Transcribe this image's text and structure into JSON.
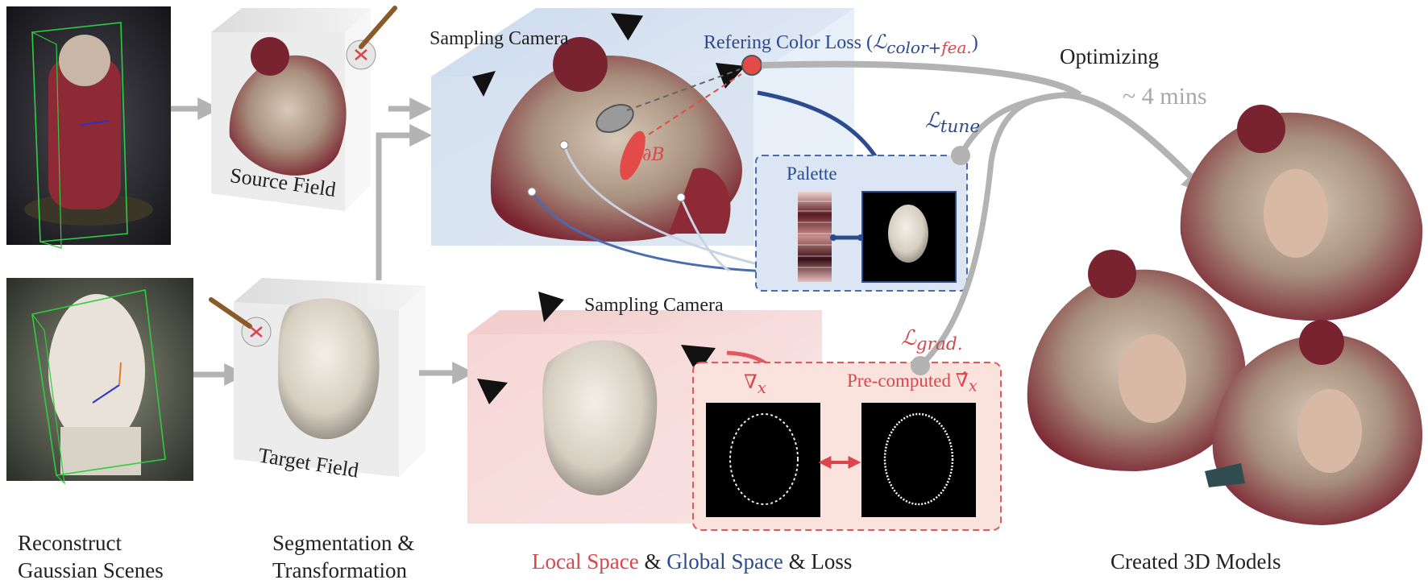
{
  "stages": {
    "reconstruct": [
      "Reconstruct",
      "Gaussian Scenes"
    ],
    "segmentation": [
      "Segmentation &",
      "Transformation"
    ],
    "loss": {
      "local": "Local Space",
      "amp1": " & ",
      "global": "Global Space",
      "amp2": " & Loss"
    },
    "created": "Created 3D Models"
  },
  "fields": {
    "source": "Source Field",
    "target": "Target Field"
  },
  "cameras": {
    "top": "Sampling Camera",
    "bottom": "Sampling Camera"
  },
  "losses": {
    "refer_prefix": "Refering Color Loss (",
    "refer_L": "ℒ",
    "refer_color": "color+",
    "refer_fea": "fea.",
    "refer_suffix": ")",
    "tune_L": "ℒ",
    "tune_sub": "tune",
    "grad_L": "ℒ",
    "grad_sub": "grad.",
    "dB": "∂B",
    "nabla_x": "∇",
    "nabla_sub": "x",
    "precomputed": "Pre-computed ",
    "precomputed_sym": "∇̂",
    "precomputed_sub": "x"
  },
  "palette": "Palette",
  "optimizing": "Optimizing",
  "time": "~ 4 mins",
  "colors": {
    "blue": "#2b4a8f",
    "red": "#d9464b",
    "arrow_grey": "#b3b3b3",
    "green_box": "#2ecc40",
    "santa_red": "#8e2a36",
    "statue_white": "#e6e0d6"
  },
  "icons": [
    "paint-brush-icon",
    "camera-icon"
  ]
}
